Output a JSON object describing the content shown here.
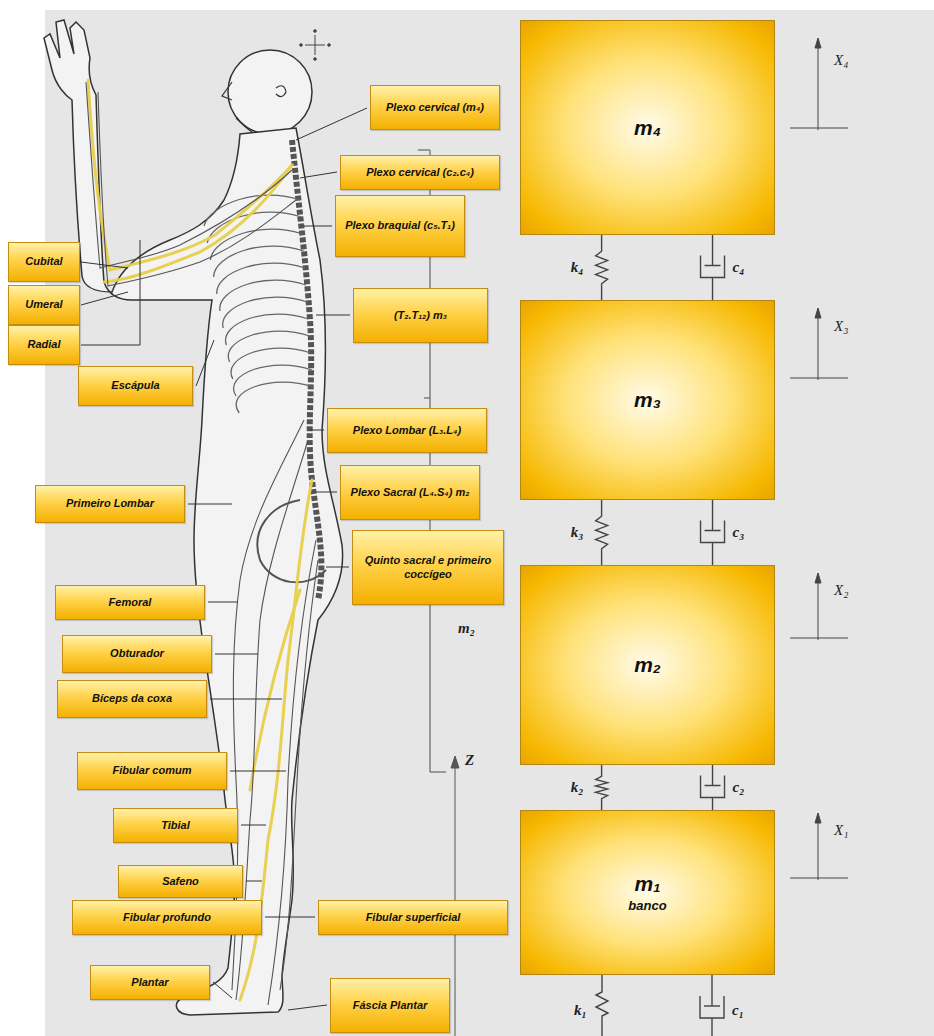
{
  "diagram": {
    "nodes": [
      {
        "text": [
          "Plexo cervical (m₄)"
        ]
      },
      {
        "text": [
          "m₄"
        ]
      },
      {
        "text": [
          "Plexo cervical (c₂.c₄)"
        ]
      },
      {
        "text": [
          "Plexo braquial (c₅.T₁)"
        ]
      },
      {
        "text": [
          "Cubital"
        ]
      },
      {
        "text": [
          "Umeral"
        ]
      },
      {
        "text": [
          "Radial"
        ]
      },
      {
        "text": [
          "(T₂.T₁₂) m₃"
        ]
      },
      {
        "text": [
          "m₃"
        ]
      },
      {
        "text": [
          "Escápula"
        ]
      },
      {
        "text": [
          "Plexo Lombar (L₃.L₄)"
        ]
      },
      {
        "text": [
          "Plexo Sacral (L₄.S₄) m₂"
        ]
      },
      {
        "text": [
          "Primeiro Lombar"
        ]
      },
      {
        "text": [
          "Quinto sacral e primeiro coccígeo"
        ]
      },
      {
        "text": [
          "m₂"
        ]
      },
      {
        "text": [
          "Femoral"
        ]
      },
      {
        "text": [
          "Obturador"
        ]
      },
      {
        "text": [
          "Bíceps da coxa"
        ]
      },
      {
        "text": [
          "Fibular comum"
        ]
      },
      {
        "text": [
          "Tibial"
        ]
      },
      {
        "text": [
          "m₁",
          "banco"
        ]
      },
      {
        "text": [
          "Safeno"
        ]
      },
      {
        "text": [
          "Fibular profundo"
        ]
      },
      {
        "text": [
          "Fibular superficial"
        ]
      },
      {
        "text": [
          "Plantar"
        ]
      },
      {
        "text": [
          "Fáscia Plantar"
        ]
      }
    ],
    "edges": [
      {
        "from": 1,
        "to": 8,
        "label": "k₄",
        "arrow": "none"
      },
      {
        "from": 1,
        "to": 8,
        "label": "c₄",
        "arrow": "none"
      },
      {
        "from": 8,
        "to": 14,
        "label": "k₃",
        "arrow": "none"
      },
      {
        "from": 8,
        "to": 14,
        "label": "c₃",
        "arrow": "none"
      },
      {
        "from": 14,
        "to": 20,
        "label": "k₂",
        "arrow": "none"
      },
      {
        "from": 14,
        "to": 20,
        "label": "c₂",
        "arrow": "none"
      }
    ],
    "labels": [
      "k₁",
      "c₁",
      "X₄",
      "X₃",
      "X₂",
      "X₁",
      "m₂",
      "Z"
    ]
  }
}
